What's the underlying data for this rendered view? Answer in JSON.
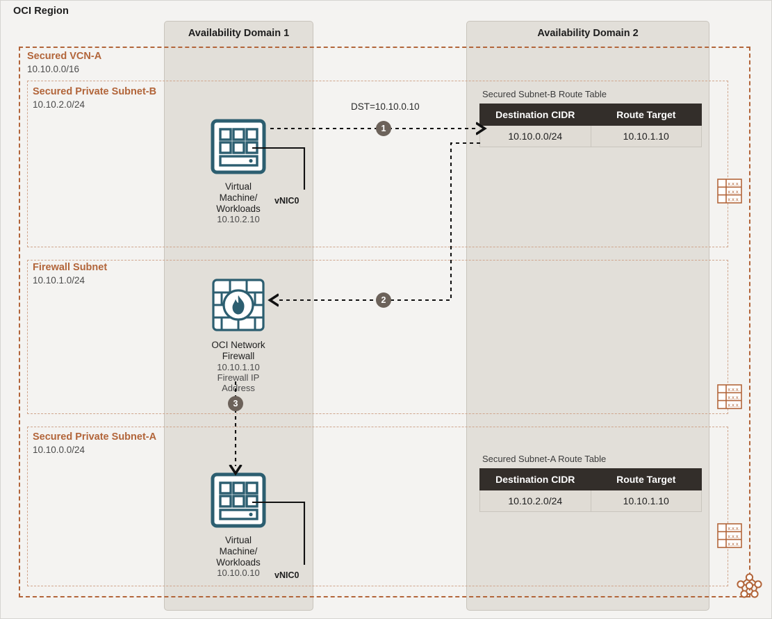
{
  "region": {
    "title": "OCI Region"
  },
  "availability_domains": [
    {
      "title": "Availability Domain 1"
    },
    {
      "title": "Availability Domain 2"
    }
  ],
  "vcn": {
    "name": "Secured VCN-A",
    "cidr": "10.10.0.0/16"
  },
  "subnets": [
    {
      "name": "Secured  Private\nSubnet-B",
      "cidr": "10.10.2.0/24"
    },
    {
      "name": "Firewall Subnet",
      "cidr": "10.10.1.0/24"
    },
    {
      "name": "Secured Private\nSubnet-A",
      "cidr": "10.10.0.0/24"
    }
  ],
  "route_tables": [
    {
      "caption": "Secured Subnet-B Route Table",
      "headers": [
        "Destination CIDR",
        "Route Target"
      ],
      "rows": [
        [
          "10.10.0.0/24",
          "10.10.1.10"
        ]
      ]
    },
    {
      "caption": "Secured Subnet-A Route Table",
      "headers": [
        "Destination CIDR",
        "Route Target"
      ],
      "rows": [
        [
          "10.10.2.0/24",
          "10.10.1.10"
        ]
      ]
    }
  ],
  "nodes": {
    "vm_b": {
      "label": "Virtual\nMachine/\nWorkloads",
      "ip": "10.10.2.10",
      "vnic": "vNIC0"
    },
    "firewall": {
      "label": "OCI Network\nFirewall",
      "ip": "10.10.1.10\nFirewall IP\nAddress"
    },
    "vm_a": {
      "label": "Virtual\nMachine/\nWorkloads",
      "ip": "10.10.0.10",
      "vnic": "vNIC0"
    }
  },
  "flow": {
    "dst_label": "DST=10.10.0.10",
    "steps": [
      {
        "num": "1"
      },
      {
        "num": "2"
      },
      {
        "num": "3"
      }
    ]
  },
  "side_icons": {
    "route_table_icon_cell": "x.x.x.",
    "count": 3
  },
  "colors": {
    "background": "#f4f3f1",
    "ad_panel": "#e2dfd9",
    "vcn_border": "#b2653a",
    "subnet_border": "#cfa58c",
    "accent_brown": "#b2653a",
    "table_header": "#332e2a",
    "table_row": "#e0dcd5",
    "icon_teal": "#2c5e70",
    "step_badge": "#6c625a"
  }
}
